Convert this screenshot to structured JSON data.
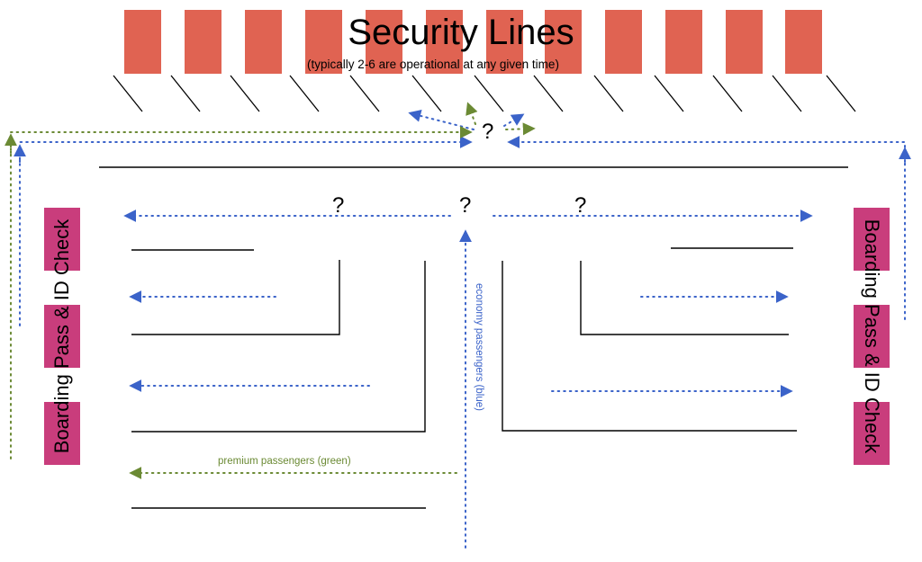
{
  "title": "Security Lines",
  "subtitle": "(typically 2-6 are operational at any given time)",
  "checkpoint_label": "Boarding Pass & ID Check",
  "question_mark": "?",
  "labels": {
    "premium": "premium passengers (green)",
    "economy": "economy passengers (blue)"
  },
  "colors": {
    "security_lane": "#e06352",
    "checkpoint": "#c93d7c",
    "premium_path": "#6b8a34",
    "economy_path": "#3b63c9"
  }
}
